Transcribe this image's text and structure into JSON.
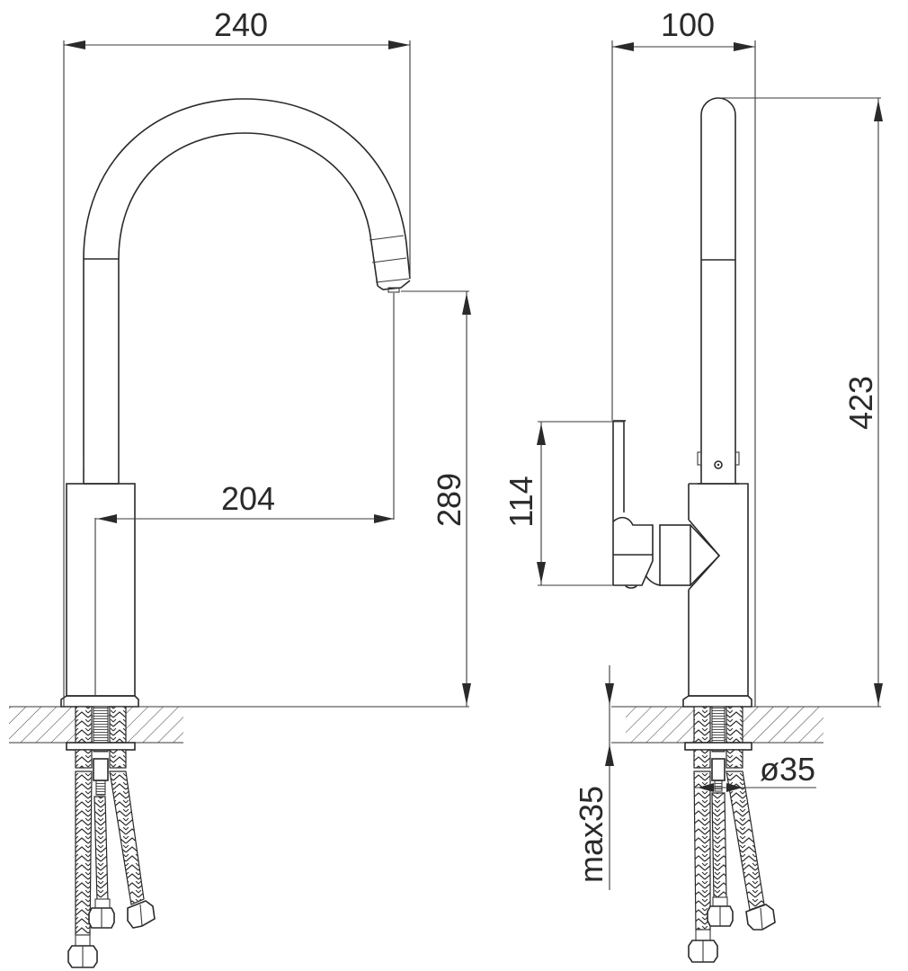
{
  "drawing": {
    "type": "technical-dimension-drawing",
    "subject": "kitchen faucet",
    "views": [
      "front",
      "side"
    ],
    "line_color": "#2a2a2a",
    "background": "#ffffff"
  },
  "front_view": {
    "dimensions": {
      "overall_width": "240",
      "spout_reach": "204",
      "spout_height": "289"
    }
  },
  "side_view": {
    "dimensions": {
      "depth": "100",
      "total_height": "423",
      "handle_height": "114",
      "mounting_hole": "ø35",
      "max_counter_thickness": "max35"
    }
  }
}
